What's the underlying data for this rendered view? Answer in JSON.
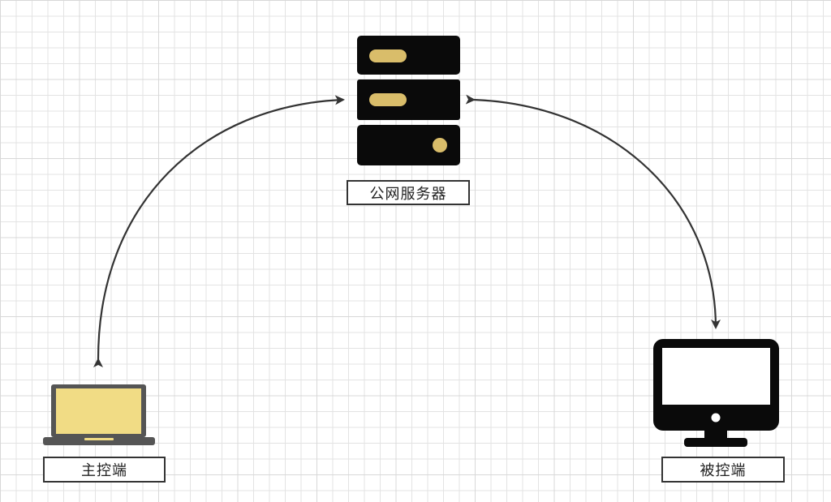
{
  "diagram": {
    "nodes": {
      "server": {
        "label": "公网服务器",
        "icon": "server-icon"
      },
      "master": {
        "label": "主控端",
        "icon": "laptop-icon"
      },
      "controlled": {
        "label": "被控端",
        "icon": "monitor-icon"
      }
    },
    "edges": [
      {
        "from": "master",
        "to": "server",
        "direction": "bidirectional"
      },
      {
        "from": "server",
        "to": "controlled",
        "direction": "bidirectional"
      }
    ],
    "colors": {
      "icon_dark": "#0a0a0a",
      "icon_accent": "#d9bd6a",
      "laptop_screen": "#f1dc85",
      "laptop_frame": "#555555",
      "edge": "#333333",
      "grid": "#e3e3e3"
    }
  }
}
